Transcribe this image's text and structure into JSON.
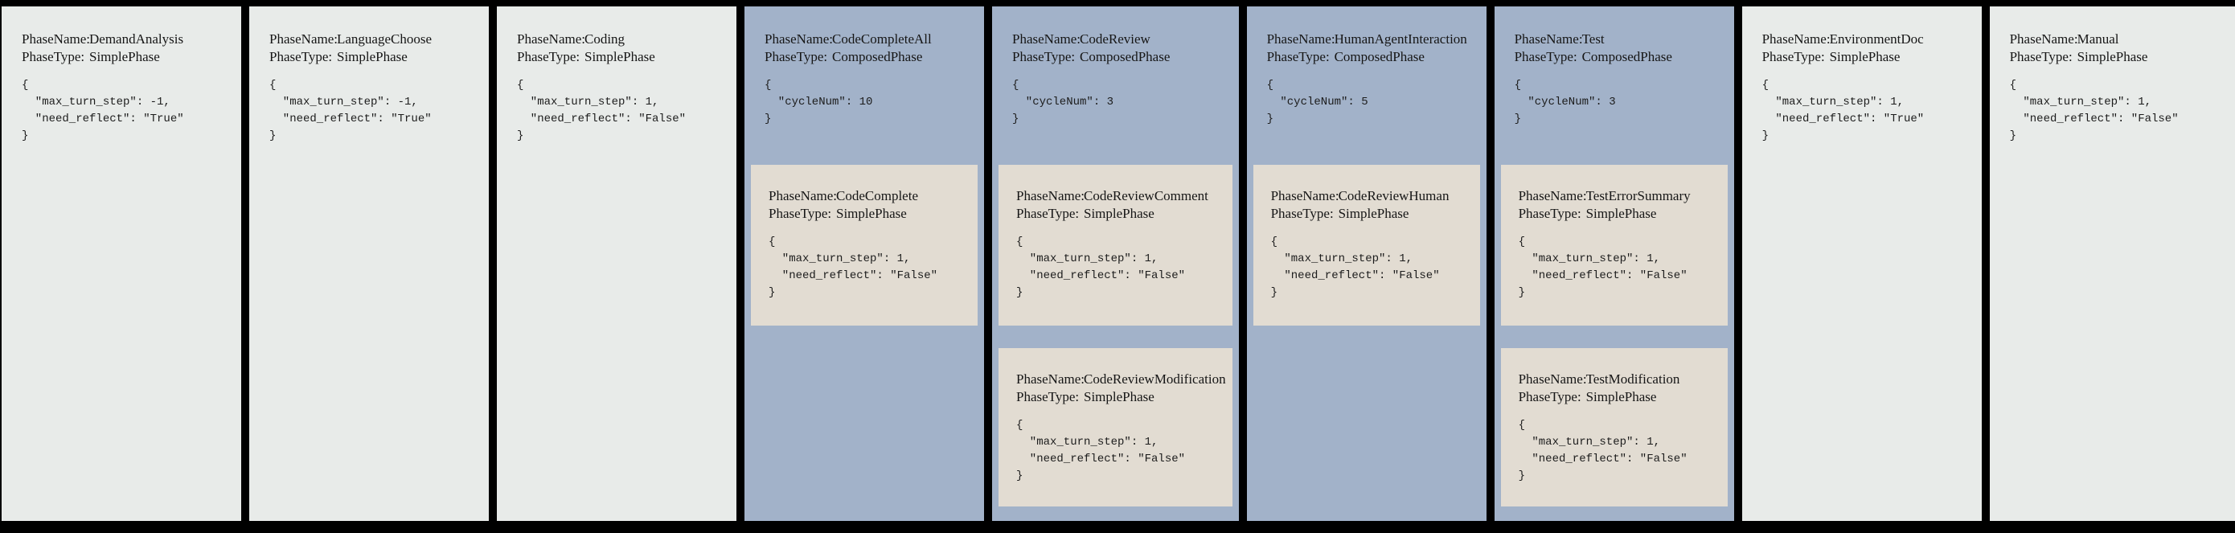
{
  "background": "#000000",
  "colors": {
    "simple_panel_bg": "#e8ebe9",
    "composed_panel_bg": "#a2b2c9",
    "subphase_card_bg": "#e2dcd2",
    "text": "#161616"
  },
  "labels": {
    "phase_name": "PhaseName:",
    "phase_type": "PhaseType:"
  },
  "panels": [
    {
      "name": "DemandAnalysis",
      "type": "SimplePhase",
      "config": "{\n  \"max_turn_step\": -1,\n  \"need_reflect\": \"True\"\n}"
    },
    {
      "name": "LanguageChoose",
      "type": "SimplePhase",
      "config": "{\n  \"max_turn_step\": -1,\n  \"need_reflect\": \"True\"\n}"
    },
    {
      "name": "Coding",
      "type": "SimplePhase",
      "config": "{\n  \"max_turn_step\": 1,\n  \"need_reflect\": \"False\"\n}"
    },
    {
      "name": "CodeCompleteAll",
      "type": "ComposedPhase",
      "config": "{\n  \"cycleNum\": 10\n}",
      "children": [
        {
          "name": "CodeComplete",
          "type": "SimplePhase",
          "config": "{\n  \"max_turn_step\": 1,\n  \"need_reflect\": \"False\"\n}"
        }
      ]
    },
    {
      "name": "CodeReview",
      "type": "ComposedPhase",
      "config": "{\n  \"cycleNum\": 3\n}",
      "children": [
        {
          "name": "CodeReviewComment",
          "type": "SimplePhase",
          "config": "{\n  \"max_turn_step\": 1,\n  \"need_reflect\": \"False\"\n}"
        },
        {
          "name": "CodeReviewModification",
          "type": "SimplePhase",
          "config": "{\n  \"max_turn_step\": 1,\n  \"need_reflect\": \"False\"\n}"
        }
      ]
    },
    {
      "name": "HumanAgentInteraction",
      "type": "ComposedPhase",
      "config": "{\n  \"cycleNum\": 5\n}",
      "children": [
        {
          "name": "CodeReviewHuman",
          "type": "SimplePhase",
          "config": "{\n  \"max_turn_step\": 1,\n  \"need_reflect\": \"False\"\n}"
        }
      ]
    },
    {
      "name": "Test",
      "type": "ComposedPhase",
      "config": "{\n  \"cycleNum\": 3\n}",
      "children": [
        {
          "name": "TestErrorSummary",
          "type": "SimplePhase",
          "config": "{\n  \"max_turn_step\": 1,\n  \"need_reflect\": \"False\"\n}"
        },
        {
          "name": "TestModification",
          "type": "SimplePhase",
          "config": "{\n  \"max_turn_step\": 1,\n  \"need_reflect\": \"False\"\n}"
        }
      ]
    },
    {
      "name": "EnvironmentDoc",
      "type": "SimplePhase",
      "config": "{\n  \"max_turn_step\": 1,\n  \"need_reflect\": \"True\"\n}"
    },
    {
      "name": "Manual",
      "type": "SimplePhase",
      "config": "{\n  \"max_turn_step\": 1,\n  \"need_reflect\": \"False\"\n}"
    }
  ]
}
